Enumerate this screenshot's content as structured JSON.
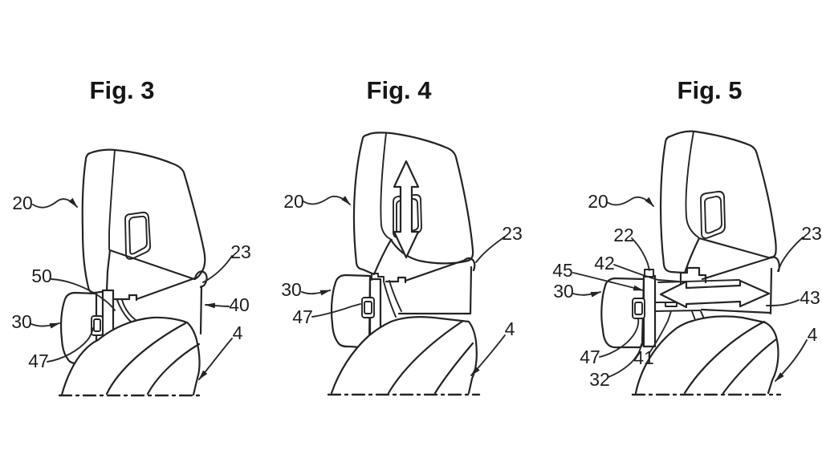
{
  "document": {
    "type": "patent-figure-sheet",
    "background_color": "#ffffff",
    "ink_color": "#242424"
  },
  "figures": [
    {
      "title": "Fig. 3",
      "labels": {
        "n20": "20",
        "n50": "50",
        "n30": "30",
        "n47": "47",
        "n23": "23",
        "n40": "40",
        "n4": "4"
      }
    },
    {
      "title": "Fig. 4",
      "labels": {
        "n20": "20",
        "n23": "23",
        "n30": "30",
        "n47": "47",
        "n4": "4"
      },
      "motion_icon": "up-down-double-arrow"
    },
    {
      "title": "Fig. 5",
      "labels": {
        "n20": "20",
        "n22": "22",
        "n42": "42",
        "n45": "45",
        "n30": "30",
        "n43": "43",
        "n47": "47",
        "n41": "41",
        "n32": "32",
        "n23": "23",
        "n4": "4"
      },
      "motion_icon": "left-right-double-arrow"
    }
  ]
}
